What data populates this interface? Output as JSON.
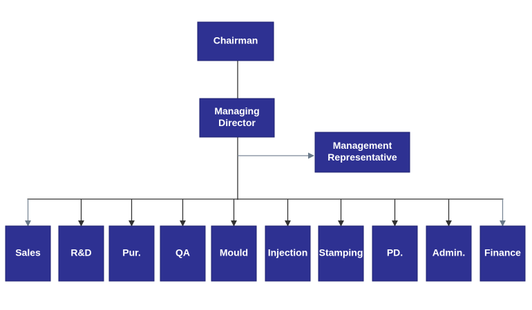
{
  "top": [
    {
      "id": "chairman",
      "lines": [
        "Chairman"
      ]
    },
    {
      "id": "managing-director",
      "lines": [
        "Managing",
        "Director"
      ]
    },
    {
      "id": "management-representative",
      "lines": [
        "Management",
        "Representative"
      ]
    }
  ],
  "departments": [
    {
      "id": "sales",
      "label": "Sales"
    },
    {
      "id": "rnd",
      "label": "R&D"
    },
    {
      "id": "pur",
      "label": "Pur."
    },
    {
      "id": "qa",
      "label": "QA"
    },
    {
      "id": "mould",
      "label": "Mould"
    },
    {
      "id": "injection",
      "label": "Injection"
    },
    {
      "id": "stamping",
      "label": "Stamping"
    },
    {
      "id": "pd",
      "label": "PD."
    },
    {
      "id": "admin",
      "label": "Admin."
    },
    {
      "id": "finance",
      "label": "Finance"
    }
  ],
  "colors": {
    "box_fill": "#2e3192",
    "box_text": "#ffffff",
    "line": "#333333"
  }
}
